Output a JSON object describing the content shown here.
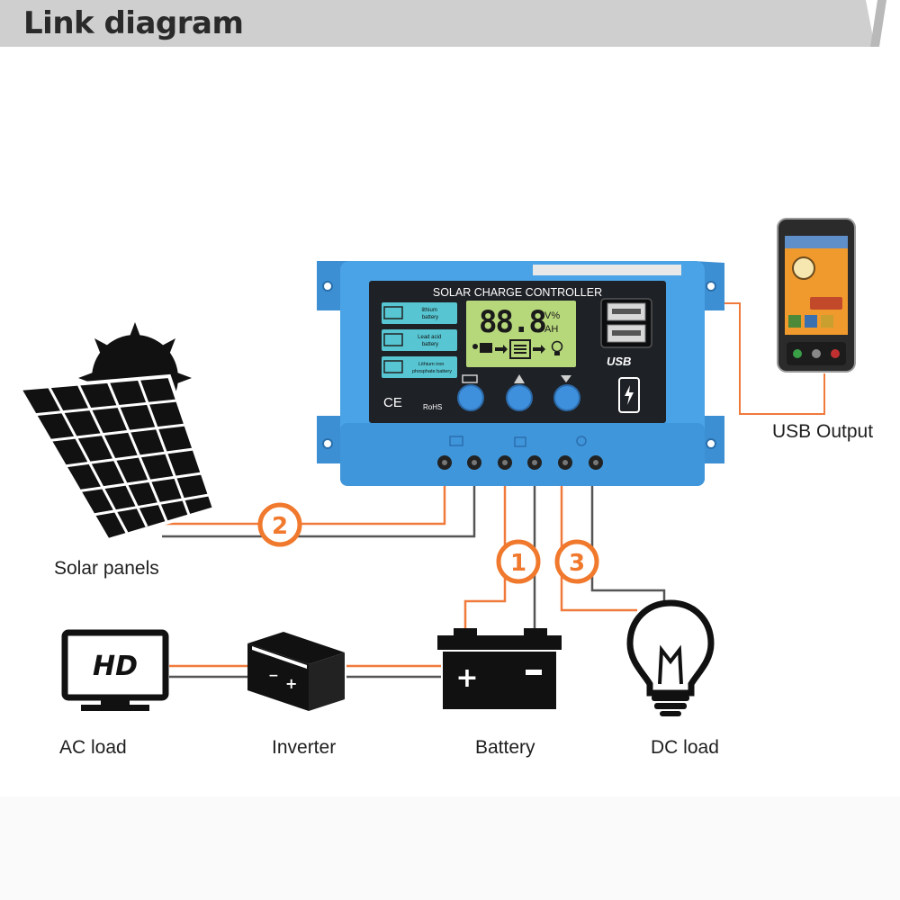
{
  "header": {
    "title": "Link diagram"
  },
  "controller": {
    "name": "SOLAR CHARGE CONTROLLER",
    "display_digits": "88.8",
    "unit_top": "V%",
    "unit_bottom": "AH",
    "battery_types": [
      "lithium battery",
      "Lead acid battery",
      "Lithium iron phosphate battery"
    ],
    "usb_label": "USB",
    "cert_ce": "CE",
    "cert_rohs": "RoHS"
  },
  "connections": [
    {
      "number": "1",
      "from": "controller",
      "to": "Battery"
    },
    {
      "number": "2",
      "from": "controller",
      "to": "Solar panels"
    },
    {
      "number": "3",
      "from": "controller",
      "to": "DC load"
    }
  ],
  "components": {
    "solar_panels": "Solar panels",
    "usb_output": "USB Output",
    "ac_load": "AC load",
    "inverter": "Inverter",
    "battery": "Battery",
    "dc_load": "DC load",
    "hd_text": "HD"
  },
  "colors": {
    "wire_orange": "#f07a3c",
    "wire_gray": "#555555",
    "controller_blue": "#4aa3e6",
    "badge_orange": "#f0792d",
    "lcd_green": "#b6d77a",
    "label_teal": "#57c6d2"
  }
}
